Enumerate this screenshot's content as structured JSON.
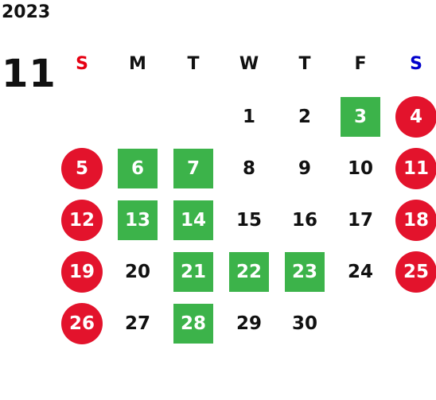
{
  "calendar": {
    "year": "2023",
    "month": "11",
    "weekdays": [
      "S",
      "M",
      "T",
      "W",
      "T",
      "F",
      "S"
    ],
    "days": [
      {
        "label": "1",
        "col": 4,
        "style": "plain"
      },
      {
        "label": "2",
        "col": 5,
        "style": "plain"
      },
      {
        "label": "3",
        "col": 6,
        "style": "marked"
      },
      {
        "label": "4",
        "col": 7,
        "style": "holiday"
      },
      {
        "label": "5",
        "col": 1,
        "style": "holiday"
      },
      {
        "label": "6",
        "col": 2,
        "style": "marked"
      },
      {
        "label": "7",
        "col": 3,
        "style": "marked"
      },
      {
        "label": "8",
        "col": 4,
        "style": "plain"
      },
      {
        "label": "9",
        "col": 5,
        "style": "plain"
      },
      {
        "label": "10",
        "col": 6,
        "style": "plain"
      },
      {
        "label": "11",
        "col": 7,
        "style": "holiday"
      },
      {
        "label": "12",
        "col": 1,
        "style": "holiday"
      },
      {
        "label": "13",
        "col": 2,
        "style": "marked"
      },
      {
        "label": "14",
        "col": 3,
        "style": "marked"
      },
      {
        "label": "15",
        "col": 4,
        "style": "plain"
      },
      {
        "label": "16",
        "col": 5,
        "style": "plain"
      },
      {
        "label": "17",
        "col": 6,
        "style": "plain"
      },
      {
        "label": "18",
        "col": 7,
        "style": "holiday"
      },
      {
        "label": "19",
        "col": 1,
        "style": "holiday"
      },
      {
        "label": "20",
        "col": 2,
        "style": "plain"
      },
      {
        "label": "21",
        "col": 3,
        "style": "marked"
      },
      {
        "label": "22",
        "col": 4,
        "style": "marked"
      },
      {
        "label": "23",
        "col": 5,
        "style": "marked"
      },
      {
        "label": "24",
        "col": 6,
        "style": "plain"
      },
      {
        "label": "25",
        "col": 7,
        "style": "holiday"
      },
      {
        "label": "26",
        "col": 1,
        "style": "holiday"
      },
      {
        "label": "27",
        "col": 2,
        "style": "plain"
      },
      {
        "label": "28",
        "col": 3,
        "style": "marked"
      },
      {
        "label": "29",
        "col": 4,
        "style": "plain"
      },
      {
        "label": "30",
        "col": 5,
        "style": "plain"
      }
    ],
    "colors": {
      "sunday_header": "#e60012",
      "saturday_header": "#0000cc",
      "holiday_circle": "#e3132c",
      "marked_square": "#3cb34a",
      "text": "#111111"
    }
  }
}
